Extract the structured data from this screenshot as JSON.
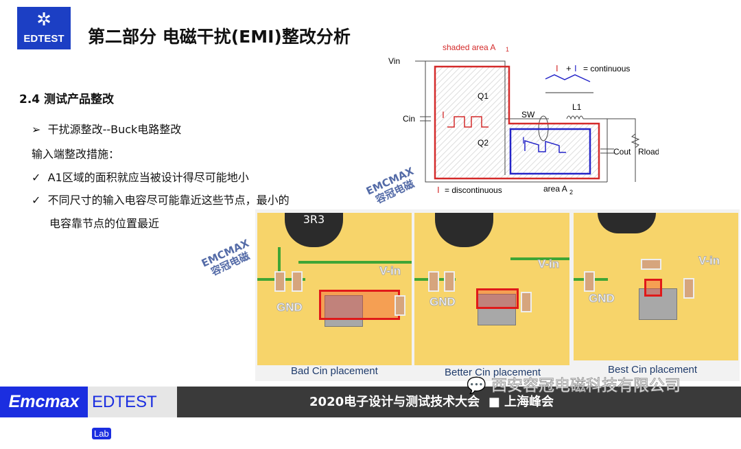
{
  "logo": {
    "mark": "✲",
    "text": "EDTEST"
  },
  "title": "第二部分  电磁干扰(EMI)整改分析",
  "section": "2.4 测试产品整改",
  "bullets": {
    "arrow": "➢",
    "sub": "干扰源整改--Buck电路整改",
    "intro": "输入端整改措施：",
    "check": "✓",
    "items": [
      "A1区域的面积就应当被设计得尽可能地小",
      "不同尺寸的输入电容尽可能靠近这些节点，最小的",
      "电容靠节点的位置最近"
    ]
  },
  "schematic": {
    "shaded": "shaded area A",
    "sub1": "1",
    "vin": "Vin",
    "cin": "Cin",
    "q1": "Q1",
    "q2": "Q2",
    "sw": "SW",
    "l1": "L1",
    "cout": "Cout",
    "rload": "Rload",
    "i1": "I",
    "i2": "I",
    "sum": "I",
    "plus": "+",
    "cont": "= continuous",
    "disc": "= discontinuous",
    "areaA2": "area A",
    "sub2": "2"
  },
  "watermark": {
    "en": "EMCMAX",
    "cn": "容冠电磁"
  },
  "panels": [
    {
      "caption": "Bad Cin placement",
      "gnd": "GND",
      "vin": "V-in",
      "ind": "3R3"
    },
    {
      "caption": "Better Cin placement",
      "gnd": "GND",
      "vin": "V-in"
    },
    {
      "caption": "Best Cin placement",
      "gnd": "GND",
      "vin": "V-in"
    }
  ],
  "footer": {
    "brand": "Emcmax",
    "edtest": "EDTEST",
    "lab": "Lab",
    "conference": "2020电子设计与测试技术大会",
    "city": "■ 上海峰会",
    "company": "西安容冠电磁科技有限公司"
  }
}
